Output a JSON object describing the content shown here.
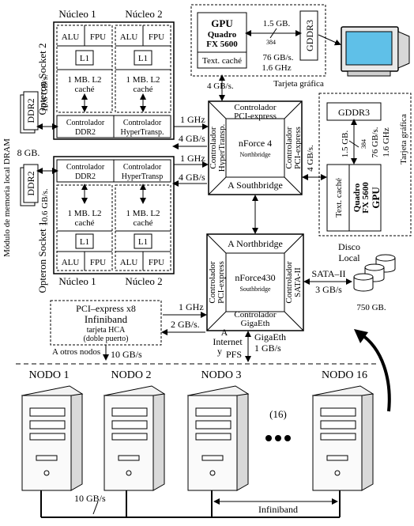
{
  "socket2": {
    "title": "Opteron Socket 2",
    "core1": "Núcleo 1",
    "core2": "Núcleo 2",
    "alu": "ALU",
    "fpu": "FPU",
    "l1": "L1",
    "l2": "1 MB. L2 caché",
    "ctrl_ddr2": "Controlador DDR2",
    "ctrl_ht": "Controlador HyperTransp."
  },
  "socket1": {
    "title": "Opteron Socket 1",
    "core1": "Núcleo 1",
    "core2": "Núcleo 2",
    "alu": "ALU",
    "fpu": "FPU",
    "l1": "L1",
    "l2": "1 MB. L2 caché",
    "ctrl_ddr2": "Controlador DDR2",
    "ctrl_ht": "Controlador HyperTransp"
  },
  "memory": {
    "side_label": "Módulo de memoria local DRAM",
    "ddr2": "DDR2",
    "bw": "10.6 GB/s.",
    "size": "8 GB."
  },
  "links": {
    "ghz1": "1 GHz",
    "gbs4": "4 GB/s",
    "gbs4b": "4 GB/s.",
    "gbs3": "3 GB/s",
    "gbs2": "2 GB/s.",
    "gbs1": "1 GB/s",
    "gbs10": "10 GB/s",
    "gbs10b": "10 GB/s"
  },
  "northbridge": {
    "left": "Controlador HyperTransp.",
    "top": "Controlador PCI-express",
    "right": "Controlador PCI-express",
    "center": "nForce 4",
    "center_sub": "Northbridge",
    "bottom": "A Southbridge"
  },
  "southbridge": {
    "top": "A Northbridge",
    "left": "Controlador PCI-express",
    "right": "Controlador SATA-II",
    "center": "nForce430",
    "center_sub": "Southbridge",
    "bottom": "Controlador GigaEth"
  },
  "gpu_top": {
    "gpu": "GPU",
    "model": "Quadro FX 5600",
    "cache": "Text. caché",
    "gddr3": "GDDR3",
    "size": "1.5 GB.",
    "bits": "384",
    "bw": "76 GB/s.",
    "freq": "1.6 GHz",
    "label": "Tarjeta gráfica"
  },
  "gpu_right": {
    "gddr3": "GDDR3",
    "size": "1.5 GB.",
    "bits": "384",
    "bw": "76 GB/s.",
    "freq": "1.6 GHz",
    "cache": "Text. caché",
    "model": "Quadro FX 5600",
    "gpu": "GPU",
    "label": "Tarjeta gráfica"
  },
  "disk": {
    "label": "Disco Local",
    "size": "750 GB.",
    "sata": "SATA–II"
  },
  "infiniband_card": {
    "line1": "PCI–express x8",
    "line2": "Infiniband",
    "line3": "tarjeta HCA",
    "line4": "(doble puerto)",
    "others": "A otros nodos"
  },
  "internet": {
    "a": "A",
    "internet": "Internet",
    "y": "y",
    "pfs": "PFS",
    "gigaeth": "GigaEth"
  },
  "nodes": {
    "n1": "NODO 1",
    "n2": "NODO 2",
    "n3": "NODO 3",
    "n16": "NODO 16",
    "count": "(16)",
    "infiniband": "Infiniband"
  }
}
